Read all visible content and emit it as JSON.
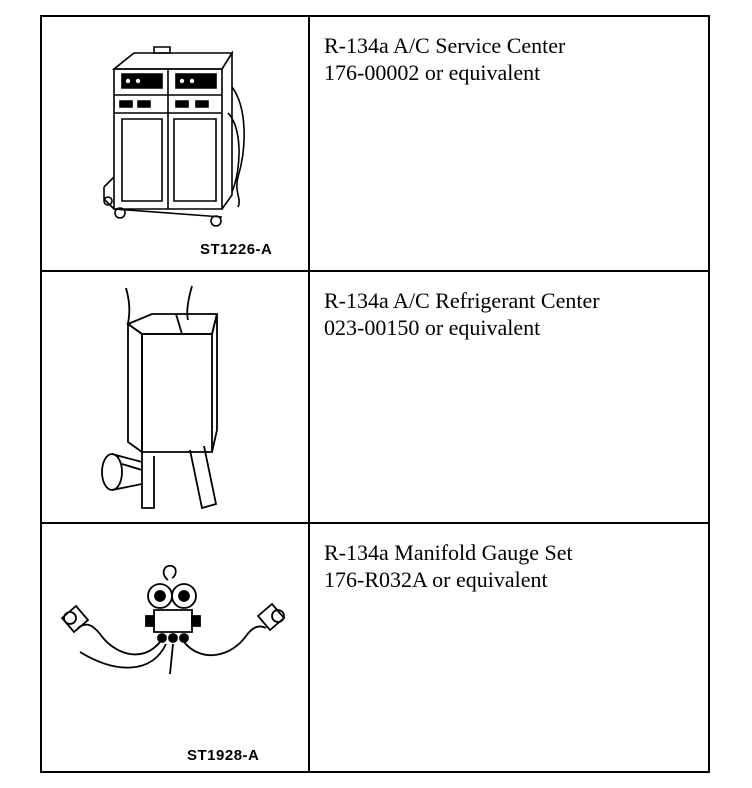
{
  "rows": [
    {
      "line1": "R-134a A/C Service Center",
      "line2": "176-00002 or equivalent",
      "figure_code": "ST1226-A",
      "icon": "ac-service-center-illustration"
    },
    {
      "line1": "R-134a A/C Refrigerant Center",
      "line2": "023-00150 or equivalent",
      "figure_code": "",
      "icon": "refrigerant-center-illustration"
    },
    {
      "line1": "R-134a Manifold Gauge Set",
      "line2": "176-R032A or equivalent",
      "figure_code": "ST1928-A",
      "icon": "manifold-gauge-set-illustration"
    }
  ]
}
